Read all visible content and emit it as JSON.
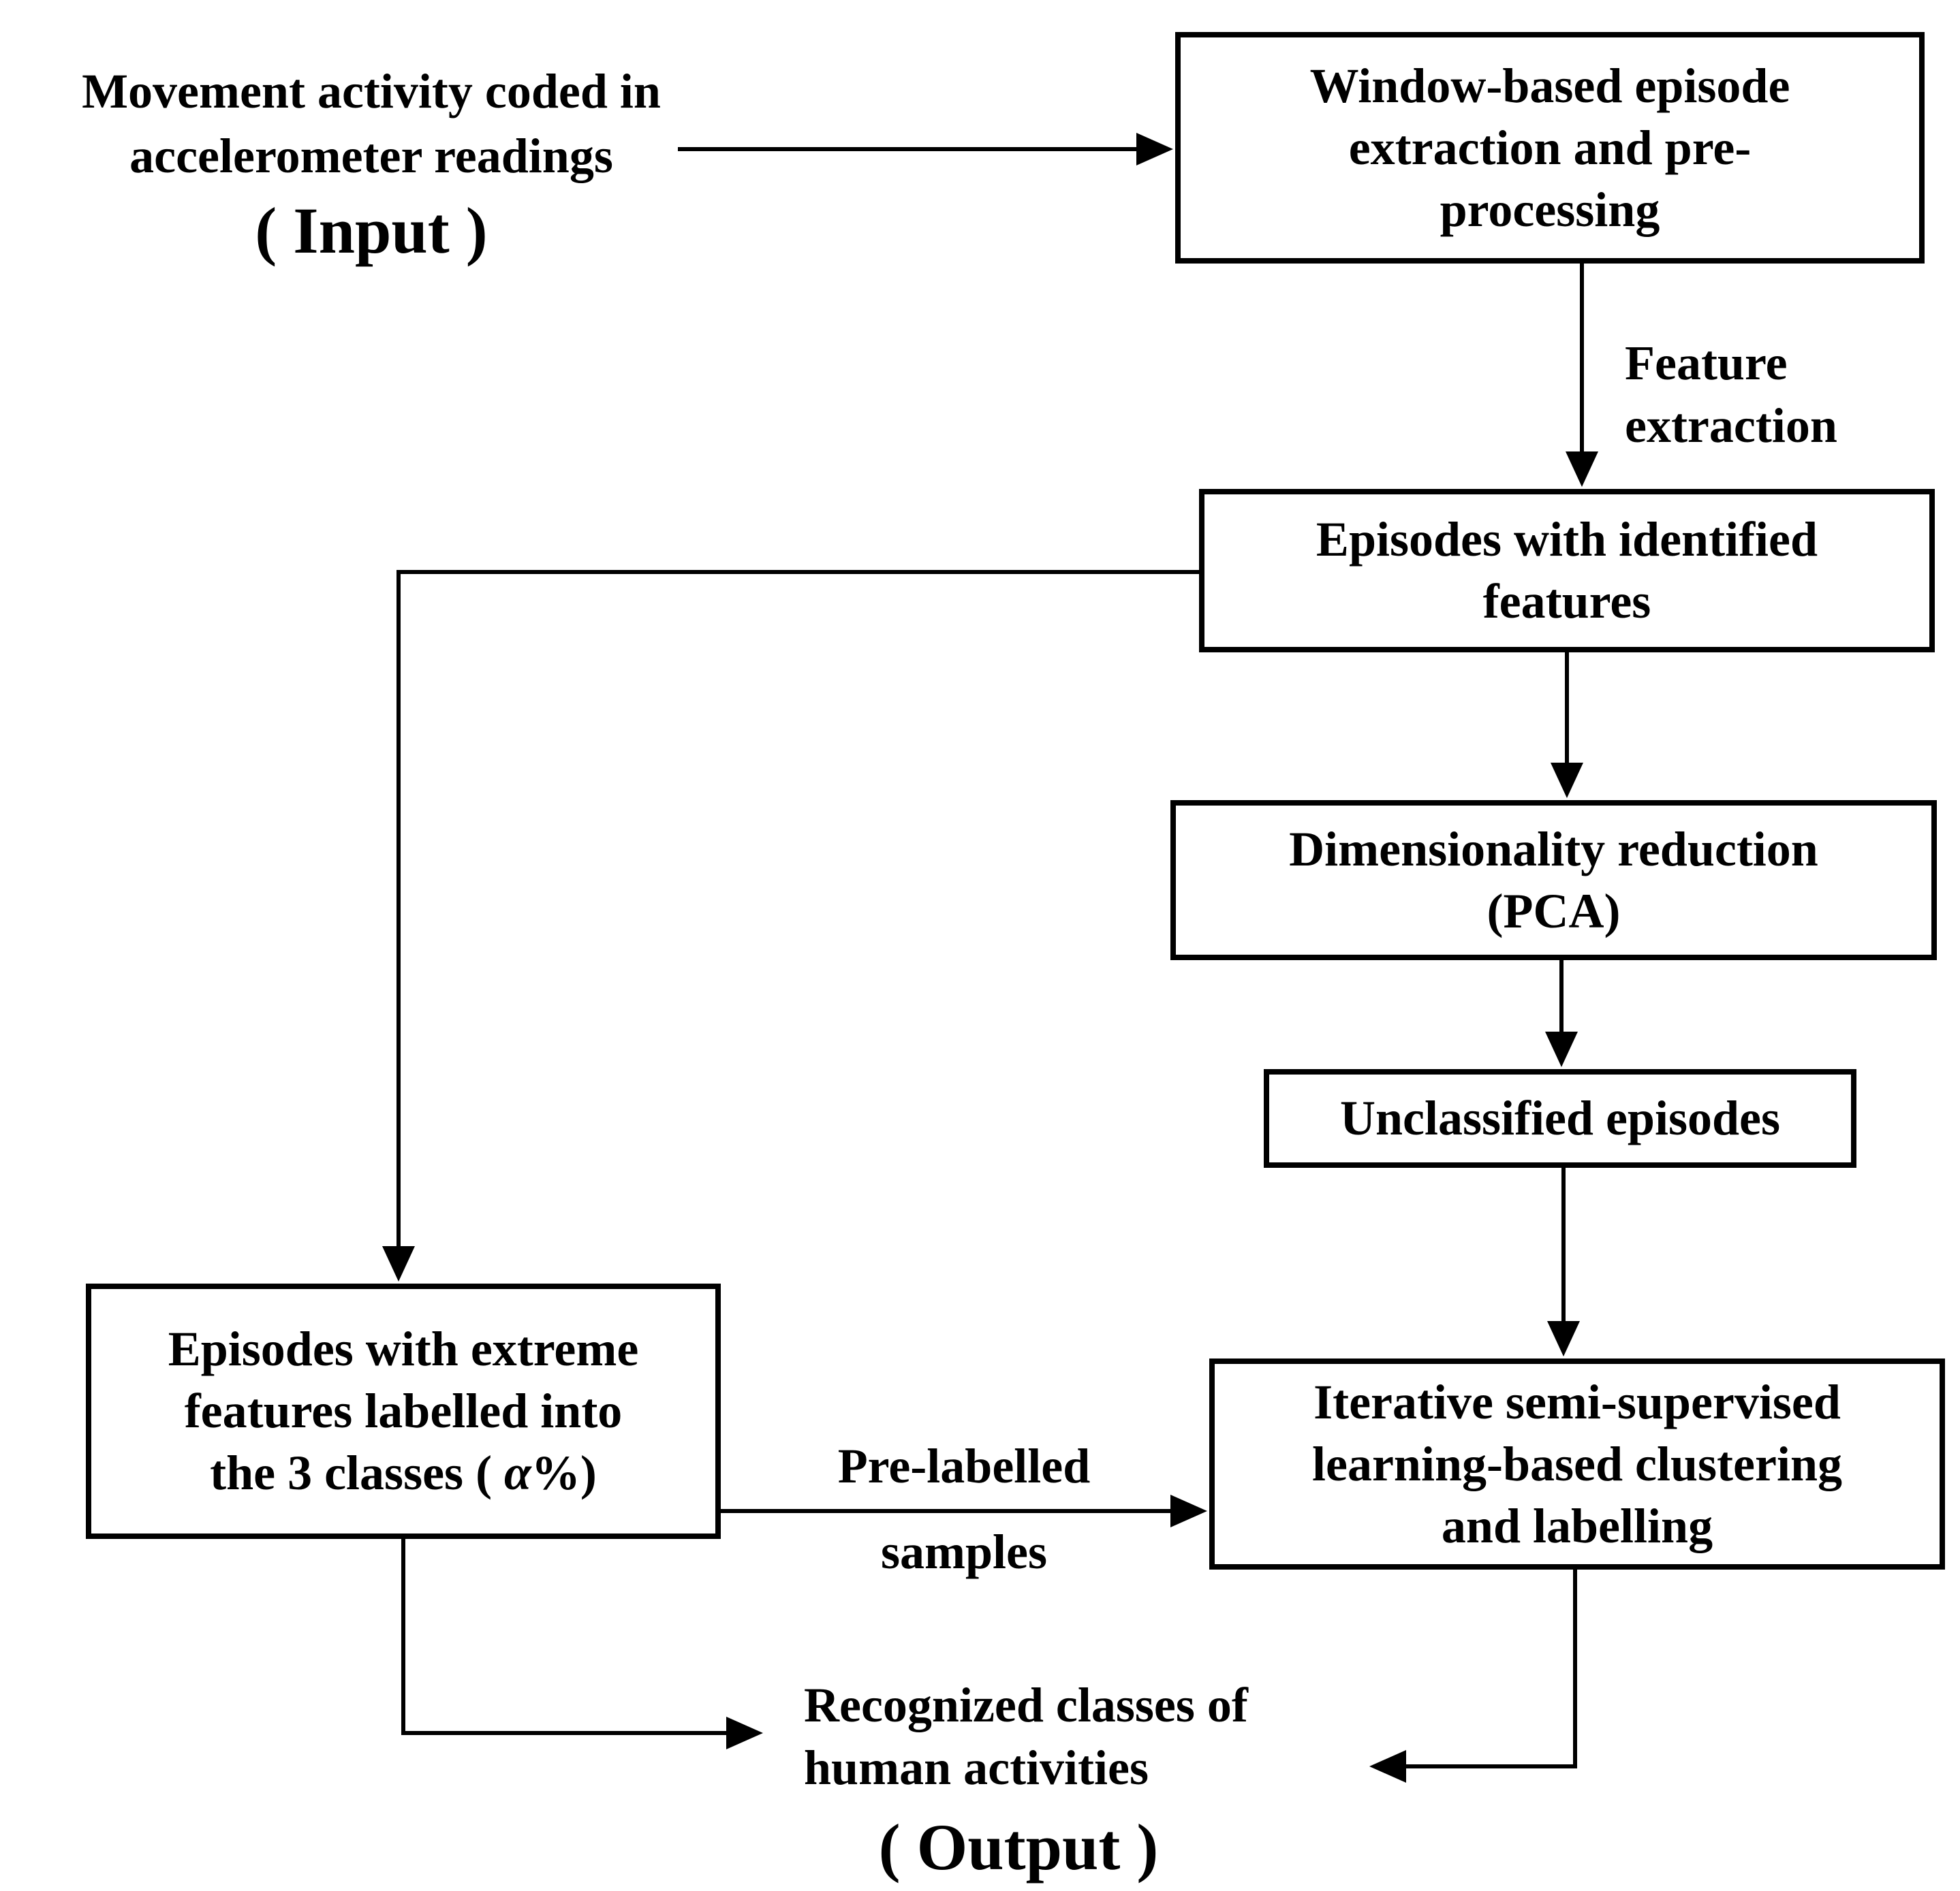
{
  "colors": {
    "background": "#ffffff",
    "line": "#000000",
    "text": "#000000"
  },
  "input": {
    "lines": [
      "Movement activity coded in",
      "accelerometer readings"
    ],
    "tag": "( Input )"
  },
  "nodes": {
    "window_extraction": {
      "lines": [
        "Window-based episode",
        "extraction and pre-",
        "processing"
      ]
    },
    "identified_features": {
      "lines": [
        "Episodes with identified",
        "features"
      ]
    },
    "dimensionality_reduction": {
      "lines": [
        "Dimensionality reduction",
        "(PCA)"
      ]
    },
    "unclassified_episodes": {
      "lines": [
        "Unclassified episodes"
      ]
    },
    "iterative_clustering": {
      "lines": [
        "Iterative semi-supervised",
        "learning-based clustering",
        "and labelling"
      ]
    },
    "extreme_features": {
      "lines": [
        "Episodes with extreme",
        "features labelled into"
      ],
      "line3_prefix": "the 3 classes ( ",
      "alpha": "α",
      "line3_suffix": "%)"
    }
  },
  "edge_labels": {
    "feature_extraction": {
      "lines": [
        "Feature",
        "extraction"
      ]
    },
    "pre_labelled": {
      "lines": [
        "Pre-labelled",
        "samples"
      ]
    }
  },
  "output": {
    "lines": [
      "Recognized classes of",
      "human activities"
    ],
    "tag": "( Output )"
  }
}
